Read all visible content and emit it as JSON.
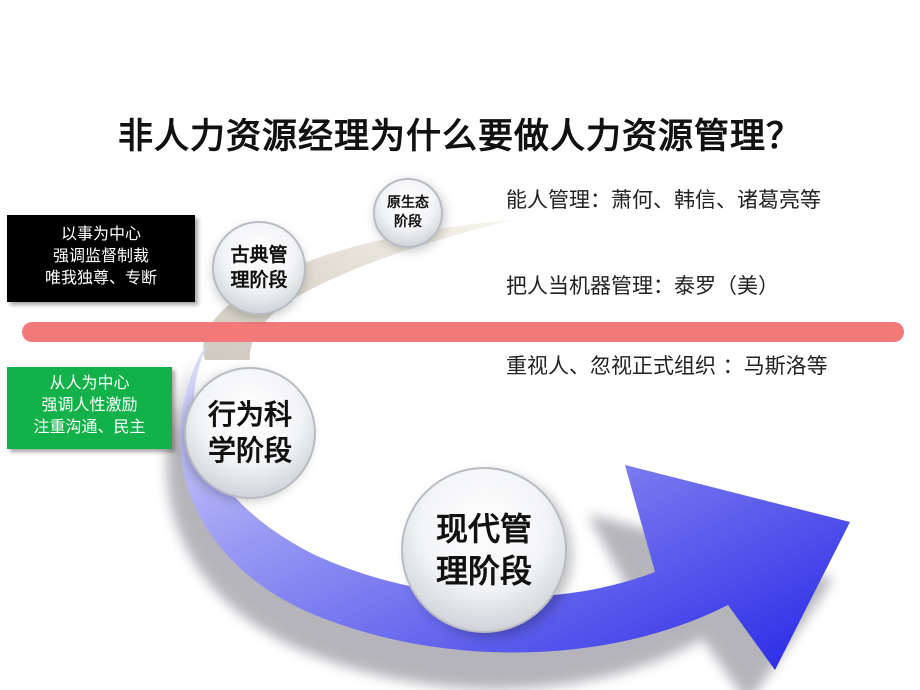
{
  "title": "非人力资源经理为什么要做人力资源管理？",
  "left_boxes": {
    "top": [
      "以事为中心",
      "强调监督制裁",
      "唯我独尊、专断"
    ],
    "bottom": [
      "从人为中心",
      "强调人性激励",
      "注重沟通、民主"
    ]
  },
  "stages": {
    "primitive": [
      "原生态",
      "阶段"
    ],
    "classical": [
      "古典管",
      "理阶段"
    ],
    "behavioral": [
      "行为科",
      "学阶段"
    ],
    "modern": [
      "现代管",
      "理阶段"
    ]
  },
  "right_texts": [
    "能人管理：萧何、韩信、诸葛亮等",
    "把人当机器管理：泰罗（美）",
    "重视人、忽视正式组织 ：马斯洛等"
  ],
  "colors": {
    "divider": "#f47a7a",
    "arrow_blue": "#3f3ff0",
    "arrow_light": "#b8b8f8",
    "green_box": "#13b14a"
  }
}
